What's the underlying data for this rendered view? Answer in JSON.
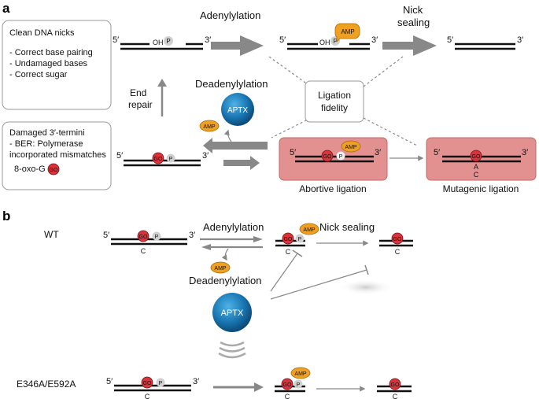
{
  "panels": {
    "a": "a",
    "b": "b"
  },
  "colors": {
    "go_red": "#d9343b",
    "amp_orange": "#f0a020",
    "aptx_blue": "#1a78b4",
    "abortive_pink": "#e39090",
    "arrow_gray": "#888888"
  },
  "panel_a": {
    "clean_box": {
      "title": "Clean DNA nicks",
      "line1": "- Correct base pairing",
      "line2": "- Undamaged bases",
      "line3": "- Correct sugar"
    },
    "damaged_box": {
      "title": "Damaged 3′-termini",
      "line1": "- BER: Polymerase",
      "line2": "incorporated mismatches",
      "line3": "8-oxo-G"
    },
    "end_repair": [
      "End",
      "repair"
    ],
    "adenylylation": "Adenylylation",
    "nick_sealing": [
      "Nick",
      "sealing"
    ],
    "deadenylylation": "Deadenylylation",
    "aptx": "APTX",
    "ligation_fidelity": [
      "Ligation",
      "fidelity"
    ],
    "abortive_ligation": "Abortive ligation",
    "mutagenic_ligation": "Mutagenic ligation",
    "five_prime": "5′",
    "three_prime": "3′",
    "oh": "OH",
    "p": "P",
    "go": "GO",
    "amp": "AMP",
    "base_a": "A",
    "base_c": "C"
  },
  "panel_b": {
    "wt": "WT",
    "mutant": "E346A/E592A",
    "adenylylation": "Adenylylation",
    "nick_sealing": "Nick sealing",
    "deadenylylation": "Deadenylylation",
    "aptx": "APTX",
    "five_prime": "5′",
    "three_prime": "3′",
    "go": "GO",
    "p": "P",
    "amp": "AMP",
    "base_c": "C"
  }
}
